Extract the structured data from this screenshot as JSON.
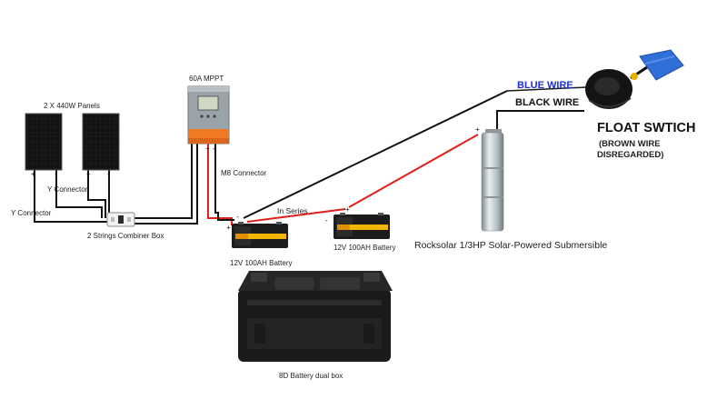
{
  "labels": {
    "panels": "2 X 440W Panels",
    "mppt": "60A MPPT",
    "y_connector_1": "Y Connector",
    "y_connector_2": "Y Connector",
    "combiner": "2 Strings Combiner Box",
    "m8_connector": "M8 Connector",
    "in_series": "In Series",
    "battery_1": "12V 100AH  Battery",
    "battery_2": "12V 100AH Battery",
    "battery_box": "8D Battery dual box",
    "pump": "Rocksolar 1/3HP Solar-Powered Submersible",
    "blue_wire": "BLUE WIRE",
    "black_wire": "BLACK WIRE",
    "float_switch": "FLOAT SWTICH",
    "float_note_line1": "(BROWN WIRE",
    "float_note_line2": "DISREGARDED)"
  },
  "polarity": {
    "plus": "+",
    "minus": "-"
  },
  "colors": {
    "positive_wire": "#e0201c",
    "negative_wire": "#111111",
    "blue_wire_label": "#1f2fd6",
    "mppt_body": "#9aa3a8",
    "mppt_accent": "#f07a22",
    "battery_accent": "#f2b705",
    "float_switch": "#2f6fd8"
  }
}
